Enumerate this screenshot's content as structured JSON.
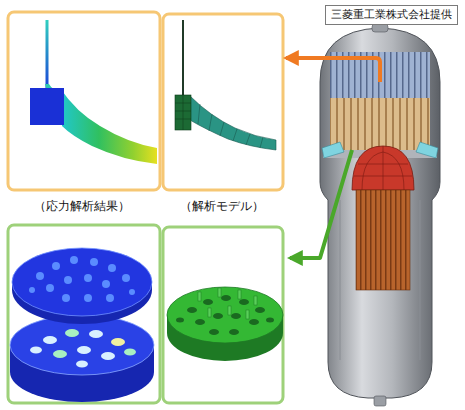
{
  "diagram": {
    "nodes": [
      {
        "text": [
          "三菱重工業株式会社提供"
        ]
      }
    ],
    "labels": [
      "（応力解析結果）",
      "（解析モデル）"
    ]
  }
}
